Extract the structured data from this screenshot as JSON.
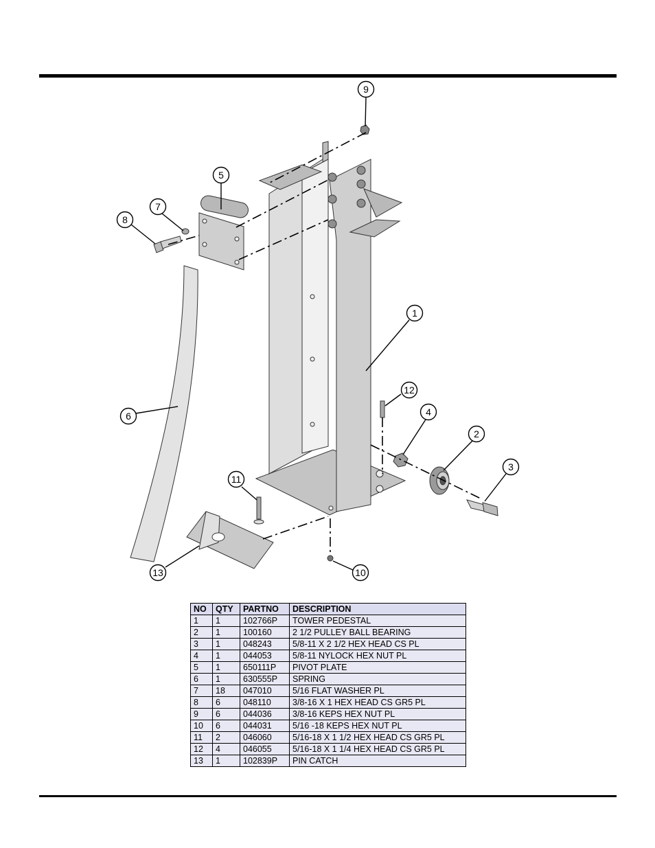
{
  "callouts": [
    "1",
    "2",
    "3",
    "4",
    "5",
    "6",
    "7",
    "8",
    "9",
    "10",
    "11",
    "12",
    "13"
  ],
  "parts_table": {
    "headers": [
      "NO",
      "QTY",
      "PARTNO",
      "DESCRIPTION"
    ],
    "rows": [
      [
        "1",
        "1",
        "102766P",
        "TOWER PEDESTAL"
      ],
      [
        "2",
        "1",
        "100160",
        "2 1/2 PULLEY BALL BEARING"
      ],
      [
        "3",
        "1",
        "048243",
        "5/8-11 X 2 1/2 HEX HEAD CS PL"
      ],
      [
        "4",
        "1",
        "044053",
        "5/8-11 NYLOCK HEX NUT PL"
      ],
      [
        "5",
        "1",
        "650111P",
        "PIVOT PLATE"
      ],
      [
        "6",
        "1",
        "630555P",
        "SPRING"
      ],
      [
        "7",
        "18",
        "047010",
        "5/16 FLAT WASHER PL"
      ],
      [
        "8",
        "6",
        "048110",
        "3/8-16 X 1 HEX HEAD CS GR5 PL"
      ],
      [
        "9",
        "6",
        "044036",
        "3/8-16 KEPS HEX NUT PL"
      ],
      [
        "10",
        "6",
        "044031",
        "5/16 -18 KEPS HEX NUT PL"
      ],
      [
        "11",
        "2",
        "046060",
        "5/16-18 X 1 1/2 HEX HEAD CS GR5 PL"
      ],
      [
        "12",
        "4",
        "046055",
        "5/16-18 X 1 1/4 HEX HEAD CS GR5 PL"
      ],
      [
        "13",
        "1",
        "102839P",
        "PIN CATCH"
      ]
    ]
  }
}
